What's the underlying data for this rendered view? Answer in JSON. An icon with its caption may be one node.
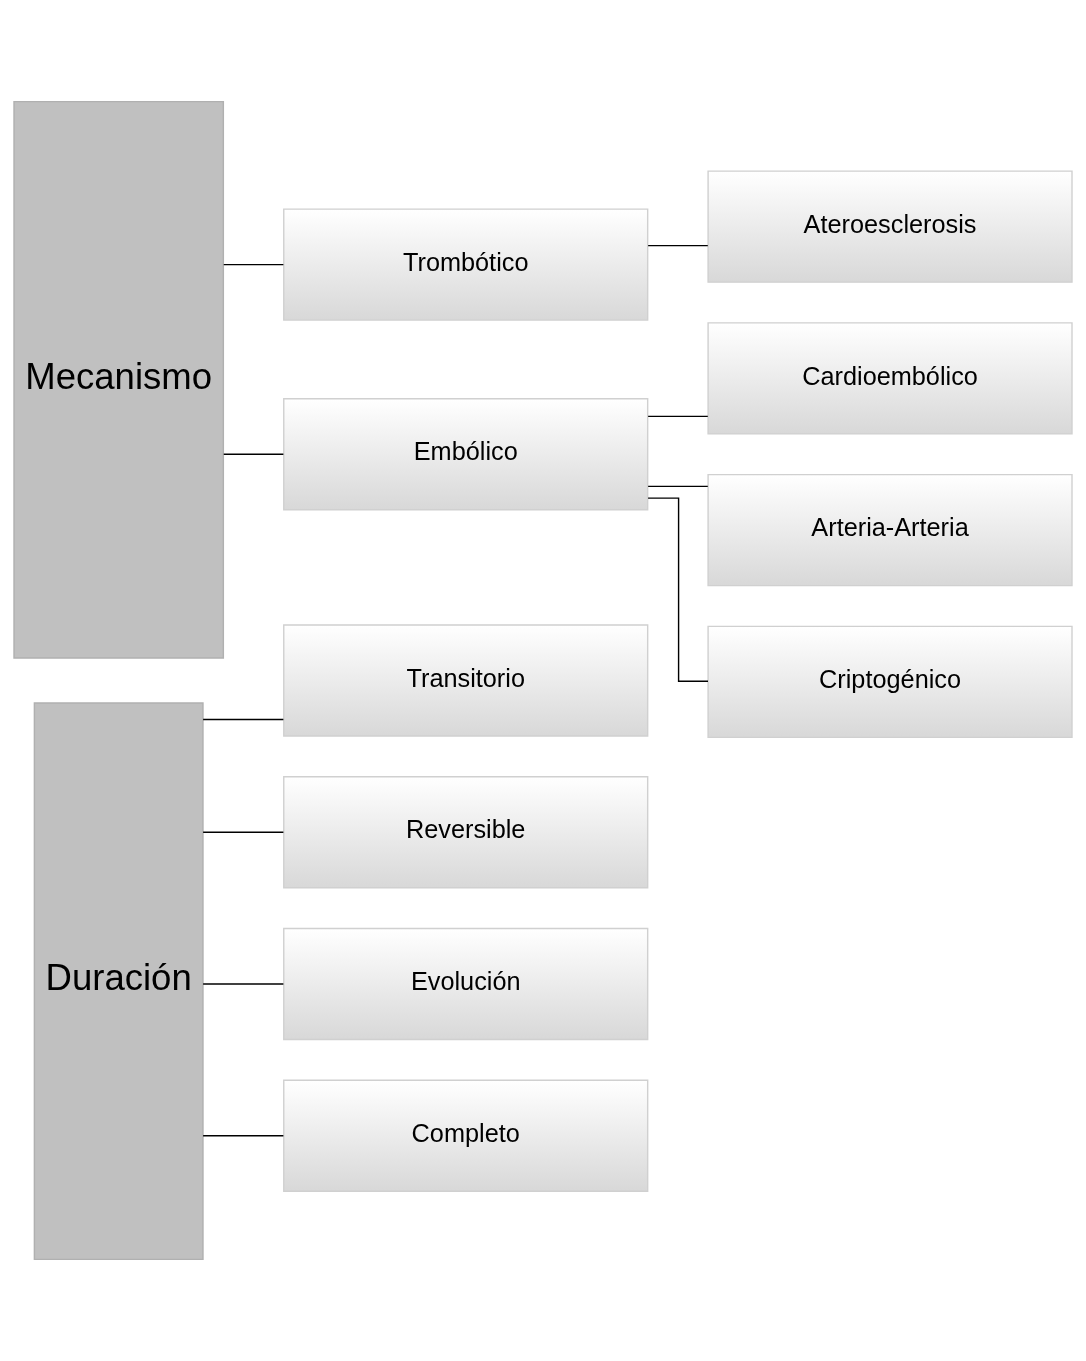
{
  "diagram": {
    "nodes": [
      {
        "text": [
          "Duración"
        ]
      },
      {
        "text": [
          "Transitorio"
        ]
      },
      {
        "text": [
          "Reversible"
        ]
      },
      {
        "text": [
          "Evolución"
        ]
      },
      {
        "text": [
          "Completo"
        ]
      },
      {
        "text": [
          "Mecanismo"
        ]
      },
      {
        "text": [
          "Trombótico"
        ]
      },
      {
        "text": [
          "Ateroesclerosis"
        ]
      },
      {
        "text": [
          "Embólico"
        ]
      },
      {
        "text": [
          "Cardioembólico"
        ]
      },
      {
        "text": [
          "Arteria-Arteria"
        ]
      },
      {
        "text": [
          "Criptogénico"
        ]
      }
    ],
    "edges": [
      {
        "from": 0,
        "to": 1,
        "arrow": "none"
      },
      {
        "from": 0,
        "to": 2,
        "arrow": "none"
      },
      {
        "from": 0,
        "to": 3,
        "arrow": "none"
      },
      {
        "from": 0,
        "to": 4,
        "arrow": "none"
      },
      {
        "from": 5,
        "to": 6,
        "arrow": "none"
      },
      {
        "from": 5,
        "to": 8,
        "arrow": "none"
      },
      {
        "from": 6,
        "to": 7,
        "arrow": "none"
      },
      {
        "from": 8,
        "to": 9,
        "arrow": "none"
      },
      {
        "from": 8,
        "to": 10,
        "arrow": "none"
      },
      {
        "from": 8,
        "to": 11,
        "arrow": "none"
      }
    ]
  }
}
